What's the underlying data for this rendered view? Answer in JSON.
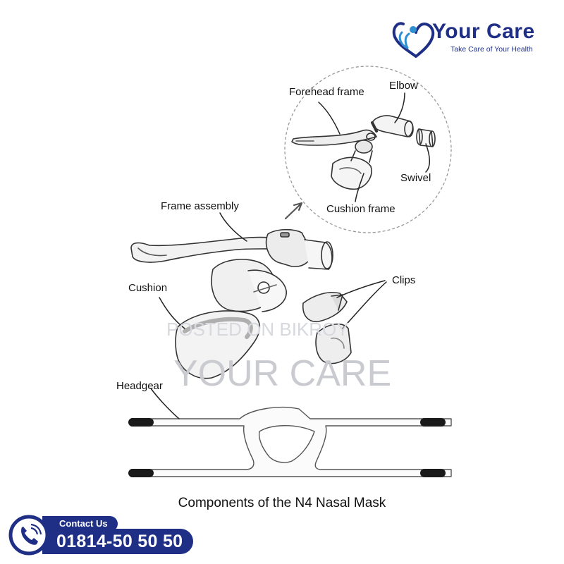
{
  "brand": {
    "name": "Your Care",
    "tagline": "Take Care of Your Health",
    "color": "#1f2f86"
  },
  "labels": {
    "forehead_frame": "Forehead frame",
    "elbow": "Elbow",
    "swivel": "Swivel",
    "cushion_frame": "Cushion frame",
    "frame_assembly": "Frame assembly",
    "cushion": "Cushion",
    "clips": "Clips",
    "headgear": "Headgear"
  },
  "caption": "Components of the N4 Nasal Mask",
  "watermark": {
    "line1": "POSTED ON BIKROY",
    "line2": "YOUR CARE"
  },
  "contact": {
    "label": "Contact Us",
    "phone": "01814-50 50 50",
    "icon": "phone-icon"
  }
}
